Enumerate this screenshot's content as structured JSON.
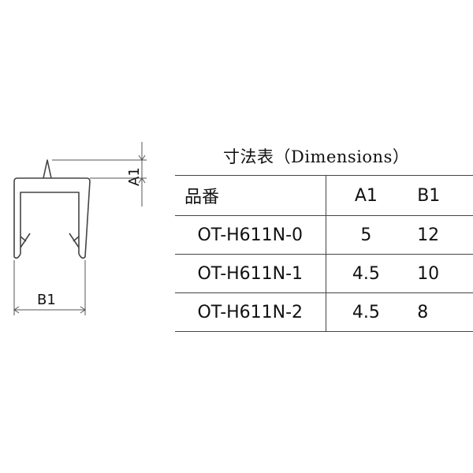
{
  "drawing": {
    "dimension_labels": {
      "a1": "A1",
      "b1": "B1"
    }
  },
  "table": {
    "title_ja": "寸法表",
    "title_en": "（Dimensions）",
    "headers": {
      "code": "品番",
      "a1": "A1",
      "b1": "B1"
    },
    "rows": [
      {
        "code": "OT-H611N-0",
        "a1": "5",
        "b1": "12"
      },
      {
        "code": "OT-H611N-1",
        "a1": "4.5",
        "b1": "10"
      },
      {
        "code": "OT-H611N-2",
        "a1": "4.5",
        "b1": "8"
      }
    ]
  }
}
